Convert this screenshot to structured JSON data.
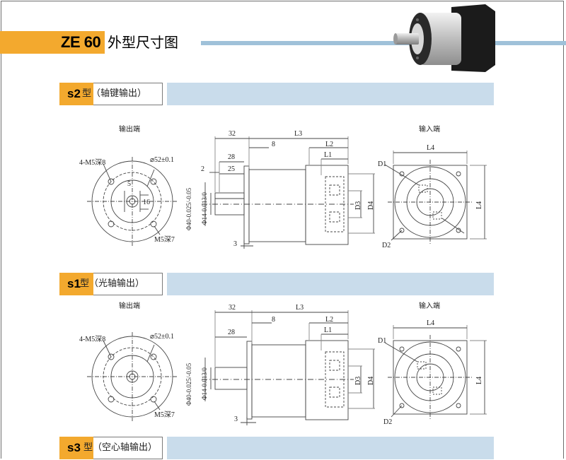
{
  "header": {
    "code": "ZE 60",
    "title": "外型尺寸图"
  },
  "sections": [
    {
      "code": "s2",
      "name": "型（轴键输出）",
      "output_label": "输出端",
      "input_label": "输入端",
      "dims": {
        "holes": "4-M5深8",
        "pcd": "⌀52±0.1",
        "key_w": "5",
        "key_h": "16",
        "tap": "M5深7",
        "d32": "32",
        "l3": "L3",
        "d28": "28",
        "d8": "8",
        "l2": "L2",
        "l1": "L1",
        "d2": "2",
        "d25": "25",
        "d3": "3",
        "phi40": "Φ40-0.025/-0.05",
        "phi14": "Φ14-0.013/0",
        "D3": "D3",
        "D4": "D4",
        "L4": "L4",
        "L4v": "L4",
        "D1": "D1",
        "D2": "D2"
      }
    },
    {
      "code": "s1",
      "name": "型（光轴输出）",
      "output_label": "输出端",
      "input_label": "输入端",
      "dims": {
        "holes": "4-M5深8",
        "pcd": "⌀52±0.1",
        "tap": "M5深7",
        "d32": "32",
        "l3": "L3",
        "d28": "28",
        "d8": "8",
        "l2": "L2",
        "l1": "L1",
        "d3": "3",
        "phi40": "Φ40-0.025/-0.05",
        "phi14": "Φ14-0.013/0",
        "D3": "D3",
        "D4": "D4",
        "L4": "L4",
        "L4v": "L4",
        "D1": "D1",
        "D2": "D2"
      }
    },
    {
      "code": "s3",
      "name": "型（空心轴输出）"
    }
  ],
  "colors": {
    "accent": "#f3a92e",
    "bar": "#c9dceb",
    "title_line": "#9fc1d9"
  }
}
